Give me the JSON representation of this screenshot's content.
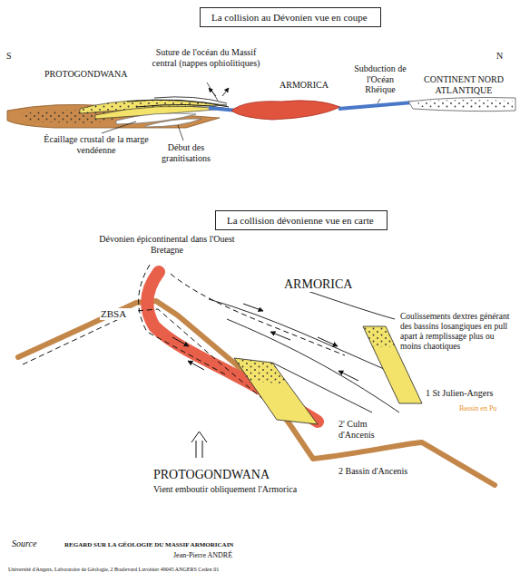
{
  "diagram": {
    "nodes": [
      {
        "text": [
          "La collision au Dévonien vue en coupe"
        ]
      },
      {
        "text": [
          "La collision dévonienne vue en carte"
        ]
      }
    ],
    "labels": [
      "S",
      "N",
      "PROTOGONDWANA",
      "Suture de l'océan du Massif central (nappes ophiolitiques)",
      "ARMORICA",
      "Subduction de l'Océan Rhéique",
      "CONTINENT NORD ATLANTIQUE",
      "Écaillage crustal de la marge vendéenne",
      "Début des granitisations",
      "Dévonien épicontinental dans l'Ouest Bretagne",
      "ARMORICA",
      "ZBSA",
      "Coulissements dextres générant des bassins losangiques en pull apart à remplissage plus ou moins chaotiques",
      "1 St Julien-Angers",
      "Bassin en Pu",
      "2' Culm d'Ancenis",
      "2 Bassin d'Ancenis",
      "PROTOGONDWANA",
      "Vient emboutir obliquement l'Armorica",
      "Source",
      "REGARD SUR LA GÉOLOGIE DU MASSIF ARMORICAIN",
      "Jean-Pierre ANDRÉ",
      "Université d'Angers, Laboratoire de Géologie, 2 Boulevard Lavoisier 49045 ANGERS Cedex 01"
    ]
  }
}
